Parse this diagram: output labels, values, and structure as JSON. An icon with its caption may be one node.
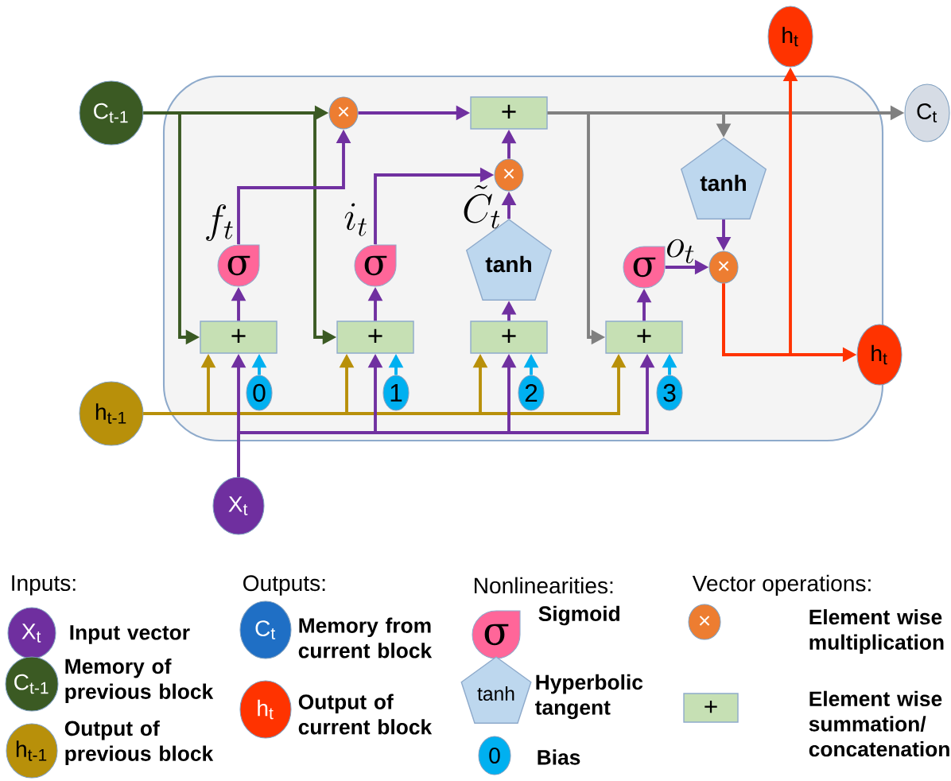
{
  "diagram": {
    "nodes": [
      {
        "text": [],
        "shape": "box"
      },
      {
        "text": [
          "C$_{t-1}$"
        ]
      },
      {
        "text": [
          "h$_{t-1}$"
        ]
      },
      {
        "text": [
          "X$_{t}$"
        ]
      },
      {
        "text": [
          "×"
        ],
        "in": 0
      },
      {
        "text": [
          "+"
        ],
        "in": 0
      },
      {
        "text": [
          "C$_{t}$"
        ]
      },
      {
        "text": [
          "σ"
        ],
        "in": 0,
        "beside": [
          "f_t"
        ]
      },
      {
        "text": [
          "σ"
        ],
        "in": 0,
        "beside": [
          "i_t"
        ]
      },
      {
        "text": [
          "×"
        ],
        "in": 0
      },
      {
        "text": [
          "tanh"
        ],
        "in": 0,
        "beside": [
          "\\tilde{C}_t"
        ]
      },
      {
        "text": [
          "tanh"
        ],
        "in": 0
      },
      {
        "text": [
          "σ"
        ],
        "in": 0,
        "beside": [
          "o_t"
        ]
      },
      {
        "text": [
          "×"
        ],
        "in": 0
      },
      {
        "text": [
          "h$_{t}$"
        ]
      },
      {
        "text": [
          "h$_{t}$"
        ]
      },
      {
        "text": [
          "+"
        ],
        "in": 0
      },
      {
        "text": [
          "+"
        ],
        "in": 0
      },
      {
        "text": [
          "+"
        ],
        "in": 0
      },
      {
        "text": [
          "+"
        ],
        "in": 0
      },
      {
        "text": [
          "0"
        ],
        "in": 0
      },
      {
        "text": [
          "1"
        ],
        "in": 0
      },
      {
        "text": [
          "2"
        ],
        "in": 0
      },
      {
        "text": [
          "3"
        ],
        "in": 0
      }
    ],
    "edges": [
      {
        "from": 1,
        "to": 4,
        "arrow": "to",
        "color": "#3b5a23"
      },
      {
        "from": 1,
        "to": 16,
        "arrow": "to",
        "color": "#3b5a23"
      },
      {
        "from": 1,
        "to": 17,
        "arrow": "to",
        "color": "#3b5a23"
      },
      {
        "from": 4,
        "to": 5,
        "arrow": "to"
      },
      {
        "from": 7,
        "to": 4,
        "arrow": "to"
      },
      {
        "from": 8,
        "to": 9,
        "arrow": "to"
      },
      {
        "from": 10,
        "to": 9,
        "arrow": "to"
      },
      {
        "from": 9,
        "to": 5,
        "arrow": "to"
      },
      {
        "from": 5,
        "to": 6,
        "arrow": "to",
        "color": "#808080"
      },
      {
        "from": 5,
        "to": 11,
        "arrow": "to",
        "color": "#808080"
      },
      {
        "from": 5,
        "to": 19,
        "arrow": "to",
        "color": "#808080"
      },
      {
        "from": 11,
        "to": 13,
        "arrow": "to"
      },
      {
        "from": 12,
        "to": 13,
        "arrow": "to"
      },
      {
        "from": 13,
        "to": 15,
        "arrow": "to",
        "color": "#ff3300"
      },
      {
        "from": 13,
        "to": 14,
        "arrow": "to",
        "color": "#ff3300"
      },
      {
        "from": 16,
        "to": 7,
        "arrow": "to"
      },
      {
        "from": 17,
        "to": 8,
        "arrow": "to"
      },
      {
        "from": 18,
        "to": 10,
        "arrow": "to"
      },
      {
        "from": 19,
        "to": 12,
        "arrow": "to"
      },
      {
        "from": 2,
        "to": 16,
        "arrow": "to",
        "color": "#b8900a"
      },
      {
        "from": 2,
        "to": 17,
        "arrow": "to",
        "color": "#b8900a"
      },
      {
        "from": 2,
        "to": 18,
        "arrow": "to",
        "color": "#b8900a"
      },
      {
        "from": 2,
        "to": 19,
        "arrow": "to",
        "color": "#b8900a"
      },
      {
        "from": 3,
        "to": 16,
        "arrow": "to"
      },
      {
        "from": 3,
        "to": 17,
        "arrow": "to"
      },
      {
        "from": 3,
        "to": 18,
        "arrow": "to"
      },
      {
        "from": 3,
        "to": 19,
        "arrow": "to"
      },
      {
        "from": 20,
        "to": 16,
        "arrow": "to",
        "color": "#00b0f0"
      },
      {
        "from": 21,
        "to": 17,
        "arrow": "to",
        "color": "#00b0f0"
      },
      {
        "from": 22,
        "to": 18,
        "arrow": "to",
        "color": "#00b0f0"
      },
      {
        "from": 23,
        "to": 19,
        "arrow": "to",
        "color": "#00b0f0"
      }
    ],
    "labels": [
      "Inputs:",
      "X$_{t}$",
      "C$_{t-1}$",
      "h$_{t-1}$",
      "Outputs:",
      "C$_{t}$",
      "h$_{t}$",
      "Nonlinearities:",
      "σ",
      "tanh",
      "0",
      "Vector operations:",
      "×",
      "+"
    ],
    "legend": [
      {
        "text": "Input vector",
        "color": "#6f2f9f"
      },
      {
        "text": "Memory of previous block",
        "color": "#3b5a23"
      },
      {
        "text": "Output of previous block",
        "color": "#b8900a"
      },
      {
        "text": "Memory from current block",
        "color": "#1f6fc5"
      },
      {
        "text": "Output of current block",
        "color": "#ff3300"
      },
      {
        "text": "Sigmoid"
      },
      {
        "text": "Hyperbolic tangent"
      },
      {
        "text": "Bias",
        "color": "#00b0f0"
      },
      {
        "text": "Element wise multiplication",
        "color": "#ed7d31"
      },
      {
        "text": "Element wise summation/ concatenation",
        "color": "#c6e0b4"
      }
    ]
  }
}
